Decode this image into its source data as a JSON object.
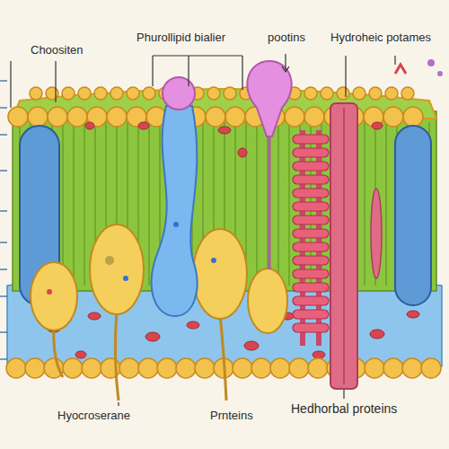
{
  "diagram": {
    "labels": [
      "Choositen",
      "Phurollipid bialier",
      "pootins",
      "Hydroheic potames",
      "Hyocroserane",
      "Prnteins",
      "Hedhorbal proteins"
    ]
  }
}
